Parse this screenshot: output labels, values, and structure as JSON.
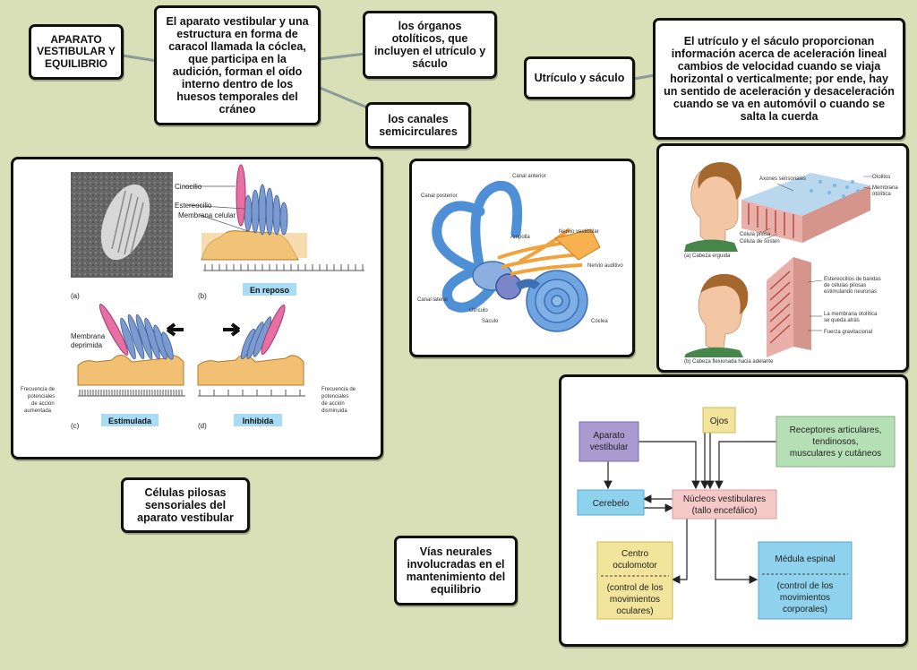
{
  "concept_boxes": {
    "main": "APARATO VESTIBULAR Y EQUILIBRIO",
    "cochlea": "El aparato vestibular y una estructura en forma de caracol llamada la cóclea, que participa en la audición, forman el oído interno dentro de los huesos temporales del cráneo",
    "otolith": "los órganos otolíticos, que incluyen el utrículo y sáculo",
    "canals": "los canales semicirculares",
    "utricle_title": "Utrículo y sáculo",
    "utricle_desc": "El utrículo y el sáculo proporcionan información acerca de aceleración lineal cambios de velocidad cuando se viaja horizontal o verticalmente; por ende, hay un sentido de aceleración y desaceleración cuando se va en automóvil o cuando se salta la cuerda",
    "hair_cells": "Células pilosas sensoriales del aparato vestibular",
    "neural": "Vías neurales involucradas en el mantenimiento del equilibrio"
  },
  "hair_panel": {
    "cinocilio": "Cinocilio",
    "estereocilio": "Estereocilio",
    "membrana_celular": "Membrana celular",
    "en_reposo": "En reposo",
    "membrana_deprimida": "Membrana deprimida",
    "estimulada": "Estimulada",
    "inhibida": "Inhibida",
    "freq_aumentada": [
      "Frecuencia de",
      "potenciales",
      "de acción",
      "aumentada"
    ],
    "freq_disminuida": [
      "Frecuencia de",
      "potenciales",
      "de acción",
      "disminuida"
    ],
    "a": "(a)",
    "b": "(b)",
    "c": "(c)",
    "d": "(d)"
  },
  "ear_panel": {
    "canal_anterior": "Canal anterior",
    "canal_posterior": "Canal posterior",
    "ampolla": "Ampolla",
    "nervio_vestibular": "Nervio vestibular",
    "nervio_auditivo": "Nervio auditivo",
    "canal_lateral": "Canal lateral",
    "utriculo": "Utrículo",
    "saculo": "Sáculo",
    "coclea": "Cóclea"
  },
  "otolith_panel": {
    "axones": "Axones sensoriales",
    "otolitos": "Otolitos",
    "membrana_otolitica": [
      "Membrana",
      "otolítica"
    ],
    "celula_pilosa": "Célula pilosa",
    "celula_sostén": "Célula de sostén",
    "cabeza_erguida": "(a)   Cabeza erguida",
    "estereocilios": [
      "Estereocilios de bandas",
      "de células pilosas",
      "estimulando neuronas"
    ],
    "membrana_queda": [
      "La membrana otolítica",
      "se queda atrás"
    ],
    "fuerza": "Fuerza gravitacional",
    "cabeza_flexionada": "(b)   Cabeza flexionada hacia adelante"
  },
  "pathway": {
    "ojos": "Ojos",
    "aparato": [
      "Aparato",
      "vestibular"
    ],
    "receptores": [
      "Receptores articulares,",
      "tendinosos,",
      "musculares y cutáneos"
    ],
    "cerebelo": "Cerebelo",
    "nucleos": [
      "Núcleos vestibulares",
      "(tallo encefálico)"
    ],
    "centro_title": [
      "Centro",
      "oculomotor"
    ],
    "centro_desc": [
      "(control de los",
      "movimientos",
      "oculares)"
    ],
    "medula_title": "Médula espinal",
    "medula_desc": [
      "(control de los",
      "movimientos",
      "corporales)"
    ]
  },
  "colors": {
    "background": "#d9dfb6",
    "purple": "#a99bd0",
    "yellow": "#f2e49a",
    "green": "#b5dfb4",
    "blue": "#8fd2ee",
    "pink": "#f6c9c9",
    "label_blue": "#a8dcf4"
  }
}
